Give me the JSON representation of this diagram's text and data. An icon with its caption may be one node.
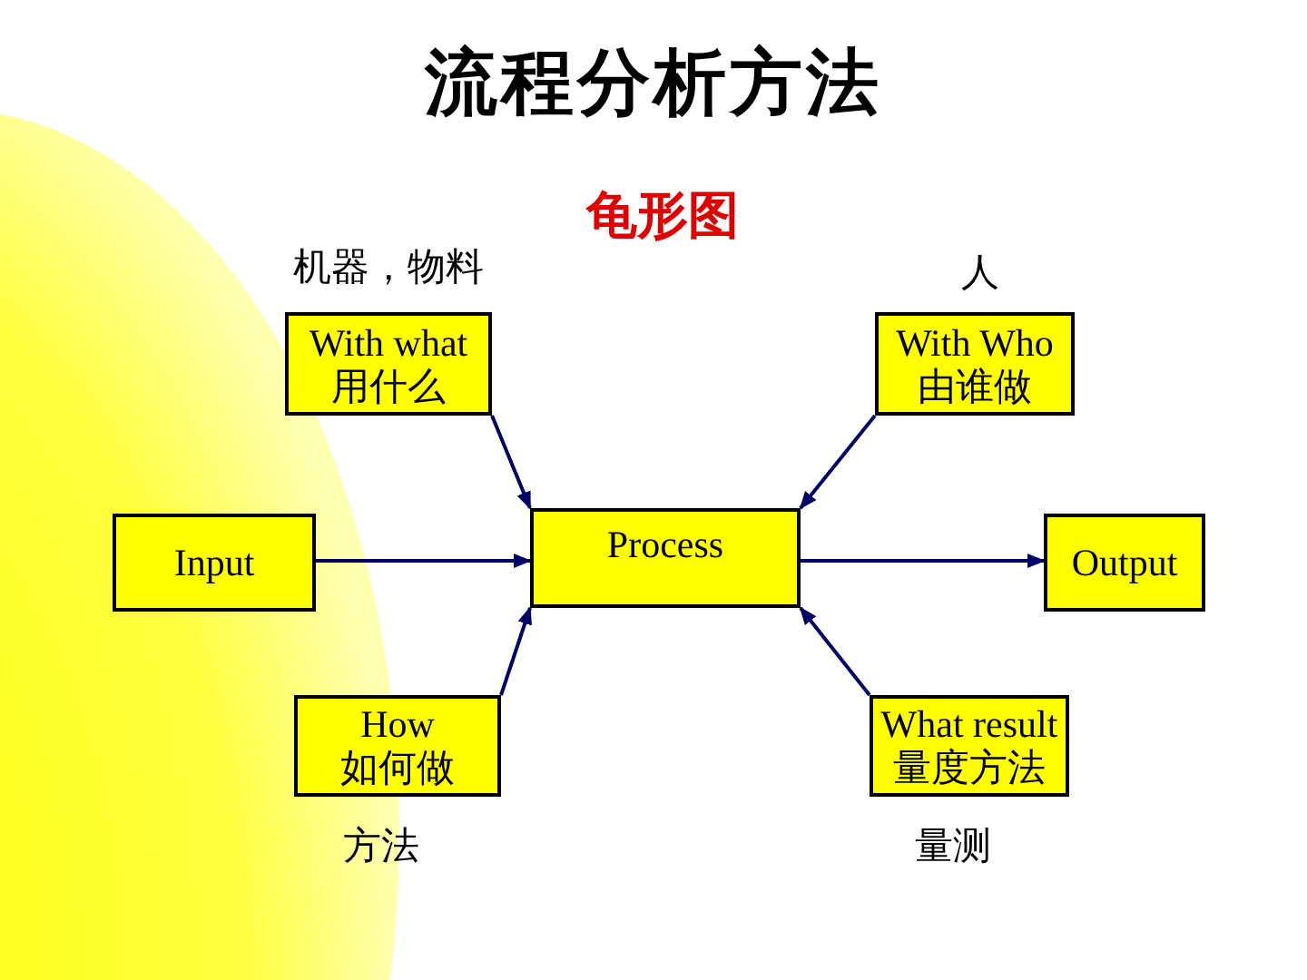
{
  "diagram": {
    "title": "流程分析方法",
    "nodes": [
      {
        "text": [
          "With what",
          "用什么"
        ],
        "beside": [
          "机器，物料"
        ]
      },
      {
        "text": [
          "With Who",
          "由谁做"
        ],
        "beside": [
          "人"
        ]
      },
      {
        "text": [
          "Input"
        ]
      },
      {
        "text": [
          "Process"
        ]
      },
      {
        "text": [
          "Output"
        ]
      },
      {
        "text": [
          "How",
          "如何做"
        ],
        "beside": [
          "方法"
        ]
      },
      {
        "text": [
          "What result",
          "量度方法"
        ],
        "beside": [
          "量测"
        ]
      }
    ],
    "edges": [
      {
        "from": 0,
        "to": 3,
        "arrow": "to"
      },
      {
        "from": 1,
        "to": 3,
        "arrow": "to"
      },
      {
        "from": 2,
        "to": 3,
        "arrow": "to"
      },
      {
        "from": 3,
        "to": 4,
        "arrow": "to"
      },
      {
        "from": 5,
        "to": 3,
        "arrow": "to"
      },
      {
        "from": 6,
        "to": 3,
        "arrow": "to"
      }
    ],
    "labels": [
      "龟形图"
    ]
  }
}
